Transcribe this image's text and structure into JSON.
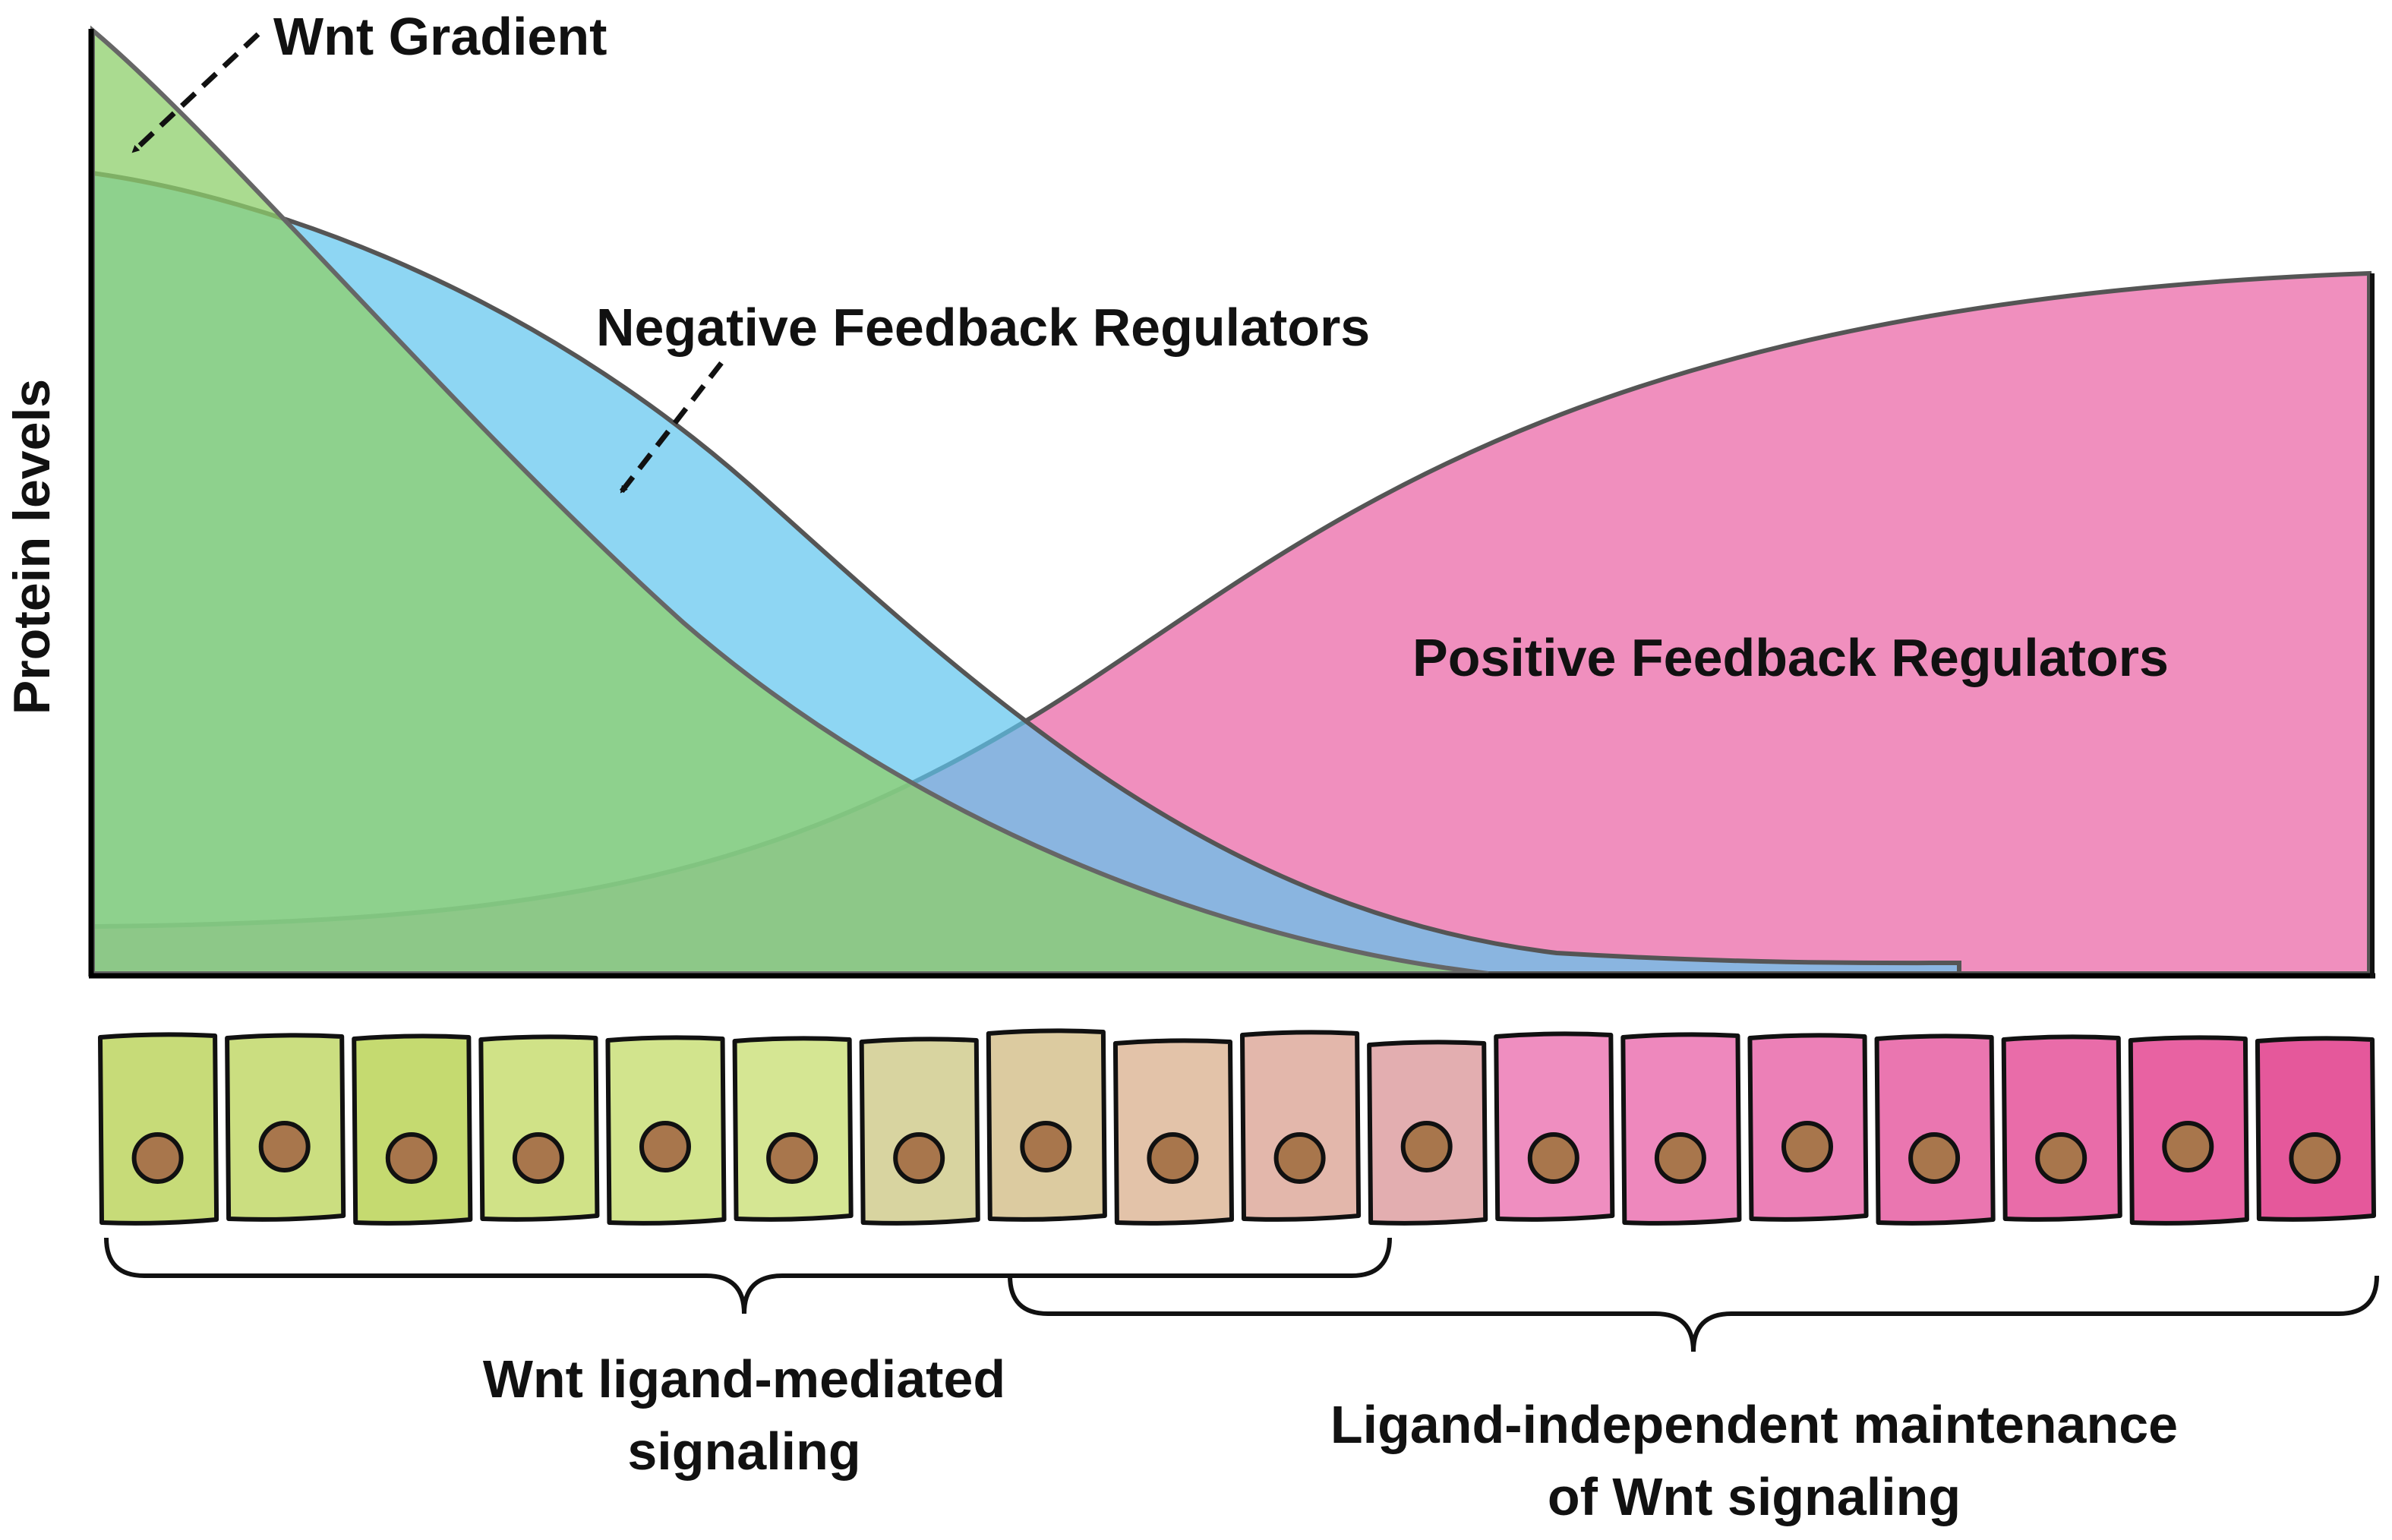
{
  "axis": {
    "ylabel": "Protein levels"
  },
  "curves": [
    {
      "key": "wnt",
      "label": "Wnt Gradient",
      "fill": "#8dcf6b"
    },
    {
      "key": "negative",
      "label": "Negative Feedback Regulators",
      "fill": "#5ec4ee"
    },
    {
      "key": "positive",
      "label": "Positive Feedback Regulators",
      "fill": "#ea5fa3"
    }
  ],
  "cells": {
    "count": 18,
    "colors": [
      "#c7db78",
      "#cbde80",
      "#c5da70",
      "#d0e287",
      "#d2e48d",
      "#d5e693",
      "#d8d4a0",
      "#dccba0",
      "#e3c3a9",
      "#e3b7ab",
      "#e3aeb0",
      "#ef8ec0",
      "#ee88bd",
      "#ec80b7",
      "#ea76b0",
      "#e96ca9",
      "#e862a2",
      "#e5589b"
    ],
    "nucleus_color": "#a8764c"
  },
  "brackets": [
    {
      "key": "wnt-ligand",
      "label_lines": [
        "Wnt ligand-mediated",
        "signaling"
      ]
    },
    {
      "key": "ligand-independent",
      "label_lines": [
        "Ligand-independent maintenance",
        "of Wnt signaling"
      ]
    }
  ],
  "colors": {
    "outline": "#111111",
    "axis": "#000000"
  }
}
